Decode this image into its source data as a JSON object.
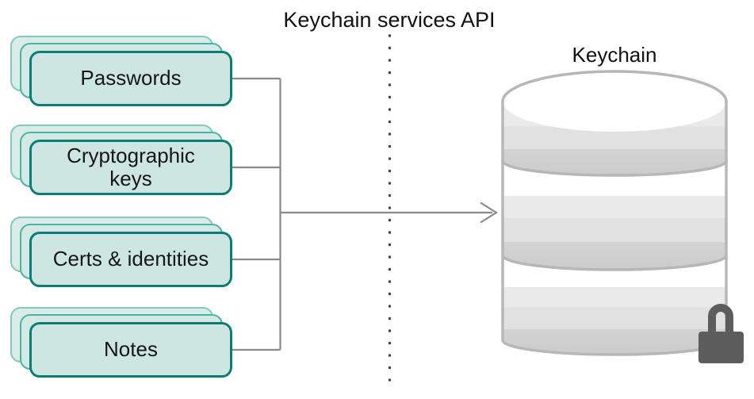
{
  "title": "Keychain services API",
  "cards": [
    {
      "label": "Passwords"
    },
    {
      "label": "Cryptographic keys"
    },
    {
      "label": "Certs & identities"
    },
    {
      "label": "Notes"
    }
  ],
  "database": {
    "label": "Keychain"
  },
  "icons": {
    "database": "database-cylinder-icon",
    "lock": "lock-icon"
  },
  "colors": {
    "card_fill": "#cde6e1",
    "card_border": "#0e7c75",
    "card_layer_mid_border": "#4fb0a7",
    "card_layer_back_border": "#85c8c0",
    "connector_line": "#8a8a8a",
    "dotted_boundary": "#454545",
    "db_stroke": "#b7b7b7",
    "lock": "#5d5d5d"
  }
}
